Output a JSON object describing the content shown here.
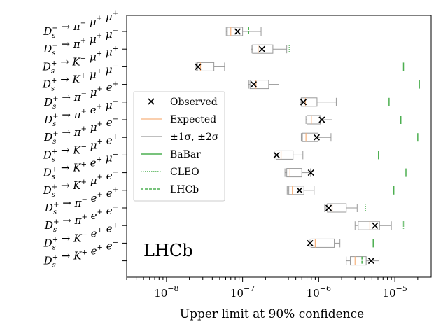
{
  "chart_data": {
    "type": "box",
    "orientation": "horizontal",
    "xscale": "log",
    "xlim": [
      3e-09,
      3e-05
    ],
    "xlabel": "Upper limit at 90% confidence",
    "xticks": [
      {
        "value": 1e-08,
        "base": "10",
        "exp": "−8"
      },
      {
        "value": 1e-07,
        "base": "10",
        "exp": "−7"
      },
      {
        "value": 1e-06,
        "base": "10",
        "exp": "−6"
      },
      {
        "value": 1e-05,
        "base": "10",
        "exp": "−5"
      }
    ],
    "annotation": "LHCb",
    "legend": {
      "placement": "center-left",
      "entries": [
        {
          "key": "observed",
          "label": "Observed"
        },
        {
          "key": "expected",
          "label": "Expected"
        },
        {
          "key": "bands",
          "label": "±1σ, ±2σ"
        },
        {
          "key": "babar",
          "label": "BaBar"
        },
        {
          "key": "cleo",
          "label": "CLEO"
        },
        {
          "key": "lhcb",
          "label": "LHCb"
        }
      ]
    },
    "colors": {
      "observed": "#000000",
      "expected": "#f7b27d",
      "bands": "#999999",
      "previous": "#4caf50"
    },
    "channels": [
      {
        "label": "D_s^+ → π^- μ^+ μ^+",
        "w2lo": 6.1e-08,
        "w1lo": 6.3e-08,
        "exp": 7e-08,
        "w1hi": 1e-07,
        "w2hi": 1.75e-07,
        "obs": 8.6e-08,
        "prev": [
          {
            "exp": "lhcb",
            "value": 1.2e-07
          }
        ]
      },
      {
        "label": "D_s^+ → π^+ μ^+ μ^-",
        "w2lo": 1.3e-07,
        "w1lo": 1.35e-07,
        "exp": 1.6e-07,
        "w1hi": 2.5e-07,
        "w2hi": 3.8e-07,
        "obs": 1.8e-07,
        "prev": [
          {
            "exp": "cleo",
            "value": 4.1e-07
          }
        ]
      },
      {
        "label": "D_s^+ → K^- μ^+ μ^+",
        "w2lo": 2.45e-08,
        "w1lo": 2.55e-08,
        "exp": 2.8e-08,
        "w1hi": 4.2e-08,
        "w2hi": 5.8e-08,
        "obs": 2.6e-08,
        "prev": [
          {
            "exp": "babar",
            "value": 1.3e-05
          }
        ]
      },
      {
        "label": "D_s^+ → K^+ μ^+ μ^-",
        "w2lo": 1.2e-07,
        "w1lo": 1.25e-07,
        "exp": 1.5e-07,
        "w1hi": 2.2e-07,
        "w2hi": 3e-07,
        "obs": 1.4e-07,
        "prev": [
          {
            "exp": "babar",
            "value": 2.1e-05
          }
        ]
      },
      {
        "label": "D_s^+ → π^- μ^+ e^+",
        "w2lo": 5.7e-07,
        "w1lo": 5.9e-07,
        "exp": 6.7e-07,
        "w1hi": 9.5e-07,
        "w2hi": 1.7e-06,
        "obs": 6.3e-07,
        "prev": [
          {
            "exp": "babar",
            "value": 8.4e-06
          }
        ]
      },
      {
        "label": "D_s^+ → π^+ e^+ μ^-",
        "w2lo": 6.8e-07,
        "w1lo": 7e-07,
        "exp": 8e-07,
        "w1hi": 1.05e-06,
        "w2hi": 1.5e-06,
        "obs": 1.1e-06,
        "prev": [
          {
            "exp": "babar",
            "value": 1.2e-05
          }
        ]
      },
      {
        "label": "D_s^+ → π^+ μ^+ e^-",
        "w2lo": 5.9e-07,
        "w1lo": 6.1e-07,
        "exp": 6.8e-07,
        "w1hi": 9.8e-07,
        "w2hi": 1.45e-06,
        "obs": 9.4e-07,
        "prev": [
          {
            "exp": "babar",
            "value": 2e-05
          }
        ]
      },
      {
        "label": "D_s^+ → K^- μ^+ e^+",
        "w2lo": 2.6e-07,
        "w1lo": 2.75e-07,
        "exp": 3.2e-07,
        "w1hi": 4.6e-07,
        "w2hi": 6.2e-07,
        "obs": 2.8e-07,
        "prev": [
          {
            "exp": "babar",
            "value": 6.1e-06
          }
        ]
      },
      {
        "label": "D_s^+ → K^+ e^+ μ^-",
        "w2lo": 3.6e-07,
        "w1lo": 3.8e-07,
        "exp": 4.2e-07,
        "w1hi": 6e-07,
        "w2hi": 7.8e-07,
        "obs": 7.9e-07,
        "prev": [
          {
            "exp": "babar",
            "value": 1.4e-05
          }
        ]
      },
      {
        "label": "D_s^+ → K^+ μ^+ e^-",
        "w2lo": 3.85e-07,
        "w1lo": 4.05e-07,
        "exp": 4.5e-07,
        "w1hi": 6.4e-07,
        "w2hi": 8.7e-07,
        "obs": 5.6e-07,
        "prev": [
          {
            "exp": "babar",
            "value": 9.7e-06
          }
        ]
      },
      {
        "label": "D_s^+ → π^- e^+ e^+",
        "w2lo": 1.2e-06,
        "w1lo": 1.3e-06,
        "exp": 1.5e-06,
        "w1hi": 2.3e-06,
        "w2hi": 3.2e-06,
        "obs": 1.35e-06,
        "prev": [
          {
            "exp": "cleo",
            "value": 4.1e-06
          }
        ]
      },
      {
        "label": "D_s^+ → π^+ e^+ e^-",
        "w2lo": 3e-06,
        "w1lo": 3.3e-06,
        "exp": 4.7e-06,
        "w1hi": 6.3e-06,
        "w2hi": 9e-06,
        "obs": 5.5e-06,
        "prev": [
          {
            "exp": "cleo",
            "value": 1.3e-05
          }
        ]
      },
      {
        "label": "D_s^+ → K^- e^+ e^+",
        "w2lo": 7.5e-07,
        "w1lo": 7.9e-07,
        "exp": 9e-07,
        "w1hi": 1.6e-06,
        "w2hi": 1.9e-06,
        "obs": 7.7e-07,
        "prev": [
          {
            "exp": "babar",
            "value": 5.2e-06
          }
        ]
      },
      {
        "label": "D_s^+ → K^+ e^+ e^-",
        "w2lo": 2.3e-06,
        "w1lo": 2.6e-06,
        "exp": 3e-06,
        "w1hi": 4.2e-06,
        "w2hi": 6.2e-06,
        "obs": 4.9e-06,
        "prev": [
          {
            "exp": "lhcb",
            "value": 3.7e-06
          }
        ]
      }
    ]
  }
}
